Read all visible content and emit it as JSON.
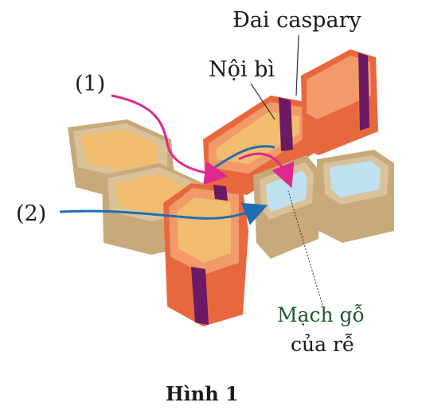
{
  "labels": {
    "casparian_strip": "Đai caspary",
    "endodermis": "Nội bì",
    "path_1": "(1)",
    "path_2": "(2)",
    "xylem_line1": "Mạch gỗ",
    "xylem_line2": "của rễ"
  },
  "caption": "Hình 1",
  "colors": {
    "cell_wall": "#d9c29a",
    "cell_wall_side": "#c8a97a",
    "cytoplasm": "#f2bd6e",
    "endodermis_outer": "#e8683e",
    "endodermis_inner": "#f29a6a",
    "casparian_strip": "#6b1a63",
    "xylem_fill": "#bfe0ee",
    "path_1_arrow": "#e0298f",
    "path_2_arrow": "#1f6fb0"
  }
}
